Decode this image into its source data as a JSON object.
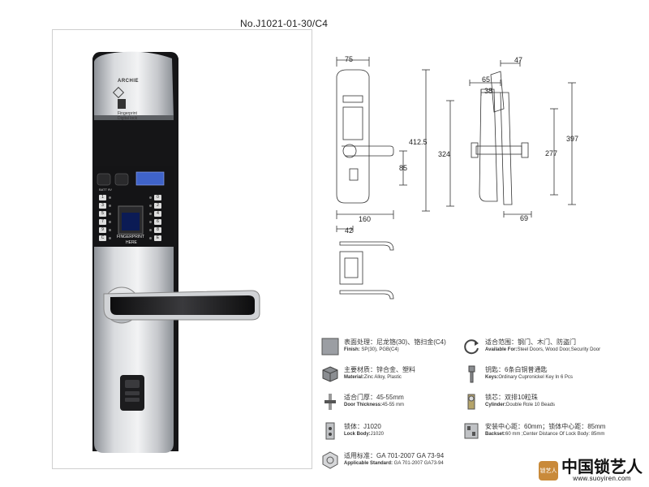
{
  "model_number": "No.J1021-01-30/C4",
  "lock_face": {
    "brand": "ARCHIE",
    "label_line1": "Fingerprint",
    "label_line2": "Digital lock",
    "batt_label": "BATT 9V",
    "fingerprint_line1": "FINGERPRINT",
    "fingerprint_line2": "HERE",
    "keys_left": [
      "1",
      "3",
      "5",
      "7",
      "9",
      "C"
    ],
    "keys_right": [
      "0",
      "2",
      "4",
      "6",
      "8",
      "E"
    ]
  },
  "dimensions": {
    "width_top": "75",
    "height_total": "412.5",
    "height_inner": "324",
    "handle_offset": "85",
    "handle_length": "160",
    "handle_depth": "42",
    "side_width_top": "47",
    "side_65": "65",
    "side_38": "38",
    "side_height_total": "397",
    "side_height_inner": "277",
    "side_bottom": "69"
  },
  "specs": [
    {
      "zh": "表面处理：尼龙铬(30)、铬扫金(C4)",
      "en_label": "Finish:",
      "en_value": " SP(30), PGB(C4)",
      "icon": "finish-swatch-icon"
    },
    {
      "zh": "主要材质：锌合金、塑料",
      "en_label": "Material:",
      "en_value": "Zinc Alloy, Plastic",
      "icon": "material-cube-icon"
    },
    {
      "zh": "适合门厚：45-55mm",
      "en_label": "Door Thickness:",
      "en_value": "45-55 mm",
      "icon": "door-thickness-icon"
    },
    {
      "zh": "锁体：J1020",
      "en_label": "Lock Body:",
      "en_value": "J1020",
      "icon": "lock-body-icon"
    },
    {
      "zh": "适用标准：GA 701-2007  GA 73-94",
      "en_label": "Applicable Standard:",
      "en_value": " GA 701-2007 GA73-94",
      "icon": "standard-badge-icon"
    },
    {
      "zh": "适合范围：钢门、木门、防盗门",
      "en_label": "Available For:",
      "en_value": "Steel Doors, Wood Door,Security Door",
      "icon": "range-rotate-icon"
    },
    {
      "zh": "钥匙：6条白铜普通匙",
      "en_label": "Keys:",
      "en_value": "Ordinary Cupronickel Key In 6 Pcs",
      "icon": "key-icon"
    },
    {
      "zh": "锁芯：双排10粒珠",
      "en_label": "Cylinder:",
      "en_value": "Double Role 10 Beads",
      "icon": "cylinder-icon"
    },
    {
      "zh": "安装中心距：60mm；锁体中心距：85mm",
      "en_label": "Backset:",
      "en_value": "60 mm ;Center Distance Of Lock Body: 85mm",
      "icon": "backset-icon"
    }
  ],
  "watermark": {
    "seal": "锁艺人",
    "title": "中国锁艺人",
    "url": "www.suoyiren.com"
  },
  "colors": {
    "silver": "#b9bcc2",
    "dark": "#1c1c1e",
    "screen_blue": "#3f63c9"
  }
}
